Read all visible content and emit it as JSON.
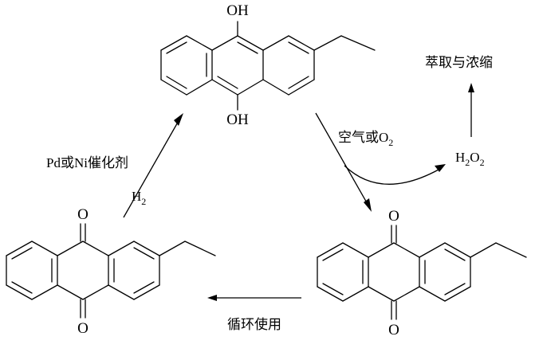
{
  "molecules": {
    "hydroquinone": {
      "top_oh": "OH",
      "bottom_oh": "OH"
    },
    "quinone_right": {
      "top_o": "O",
      "bottom_o": "O"
    },
    "quinone_left": {
      "top_o": "O",
      "bottom_o": "O"
    }
  },
  "labels": {
    "catalyst": "Pd或Ni催化剂",
    "hydrogen": {
      "base": "H",
      "sub": "2"
    },
    "oxidant": {
      "prefix": "空气或O",
      "sub": "2"
    },
    "peroxide": {
      "h": "H",
      "sub1": "2",
      "o": "O",
      "sub2": "2"
    },
    "extraction": "萃取与浓缩",
    "recycle": "循环使用"
  }
}
